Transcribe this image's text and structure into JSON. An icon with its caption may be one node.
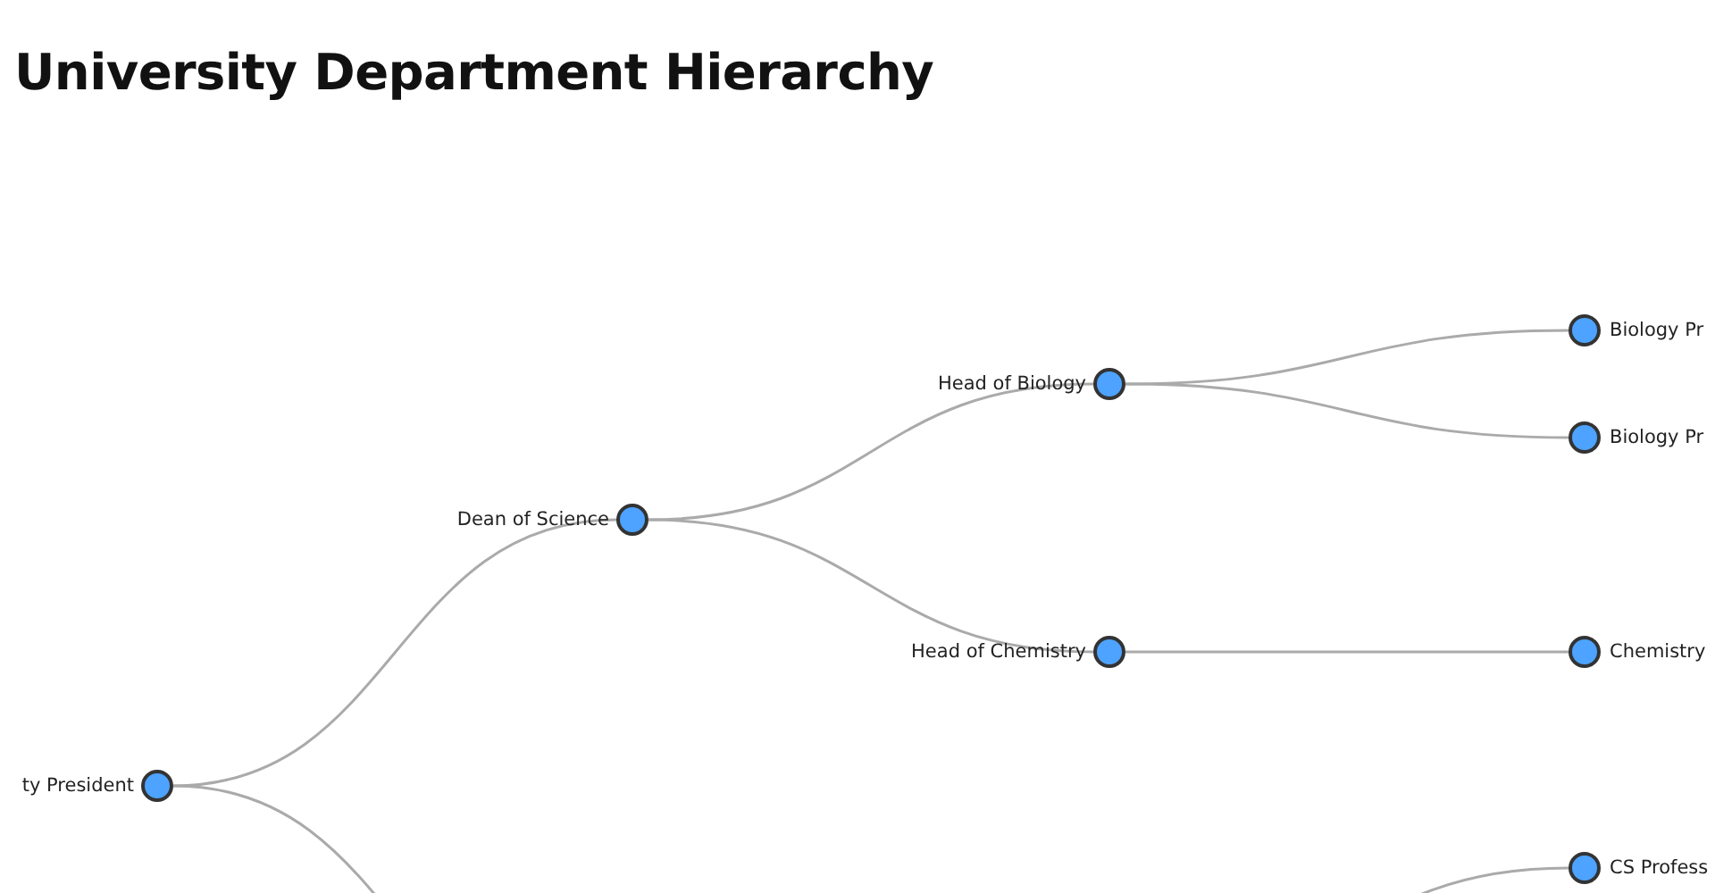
{
  "diagram": {
    "title": "University Department Hierarchy",
    "nodes": [
      {
        "text": [],
        "shape": "circle",
        "beside": [
          "ty President"
        ]
      },
      {
        "text": [],
        "shape": "circle",
        "beside": [
          "Dean of Science"
        ]
      },
      {
        "text": [],
        "shape": "circle",
        "beside": [
          "Head of Biology"
        ]
      },
      {
        "text": [],
        "shape": "circle",
        "beside": [
          "Head of Chemistry"
        ]
      },
      {
        "text": [],
        "shape": "circle",
        "beside": [
          "Biology Pr"
        ]
      },
      {
        "text": [],
        "shape": "circle",
        "beside": [
          "Biology Pr"
        ]
      },
      {
        "text": [],
        "shape": "circle",
        "beside": [
          "Chemistry"
        ]
      },
      {
        "text": [],
        "shape": "circle",
        "beside": [
          "CS Profess"
        ]
      }
    ],
    "edges": [
      {
        "from": 0,
        "to": 1,
        "arrow": "none"
      },
      {
        "from": 0,
        "to": null,
        "arrow": "none"
      },
      {
        "from": 1,
        "to": 2,
        "arrow": "none"
      },
      {
        "from": 1,
        "to": 3,
        "arrow": "none"
      },
      {
        "from": 2,
        "to": 4,
        "arrow": "none"
      },
      {
        "from": 2,
        "to": 5,
        "arrow": "none"
      },
      {
        "from": 3,
        "to": 6,
        "arrow": "none"
      },
      {
        "from": null,
        "to": 7,
        "arrow": "none"
      }
    ]
  }
}
